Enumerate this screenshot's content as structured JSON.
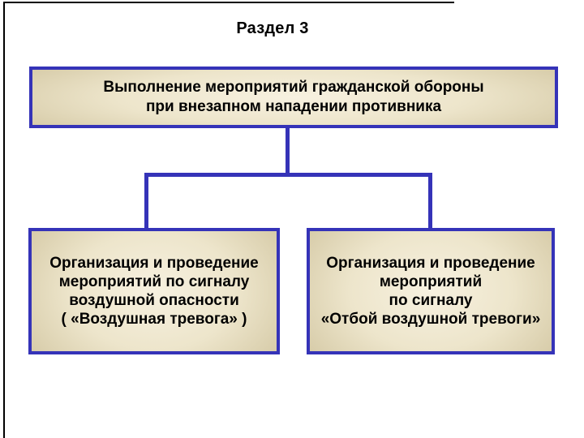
{
  "slide": {
    "title": "Раздел 3"
  },
  "boxes": {
    "root": {
      "lines": [
        "Выполнение мероприятий гражданской обороны",
        "при внезапном нападении противника"
      ]
    },
    "left": {
      "lines": [
        "Организация и проведение",
        "мероприятий по сигналу",
        "воздушной опасности",
        "( «Воздушная тревога» )"
      ]
    },
    "right": {
      "lines": [
        "Организация и проведение",
        "мероприятий",
        "по сигналу",
        "«Отбой воздушной тревоги»"
      ]
    }
  },
  "colors": {
    "connector_blue": "#3533B8",
    "box_border_blue": "#3533B8",
    "box_fill_edge": "#C9BC92",
    "box_fill_center": "#F7F1E0",
    "frame_black": "#000000",
    "text_black": "#000000",
    "background_white": "#FFFFFF"
  }
}
